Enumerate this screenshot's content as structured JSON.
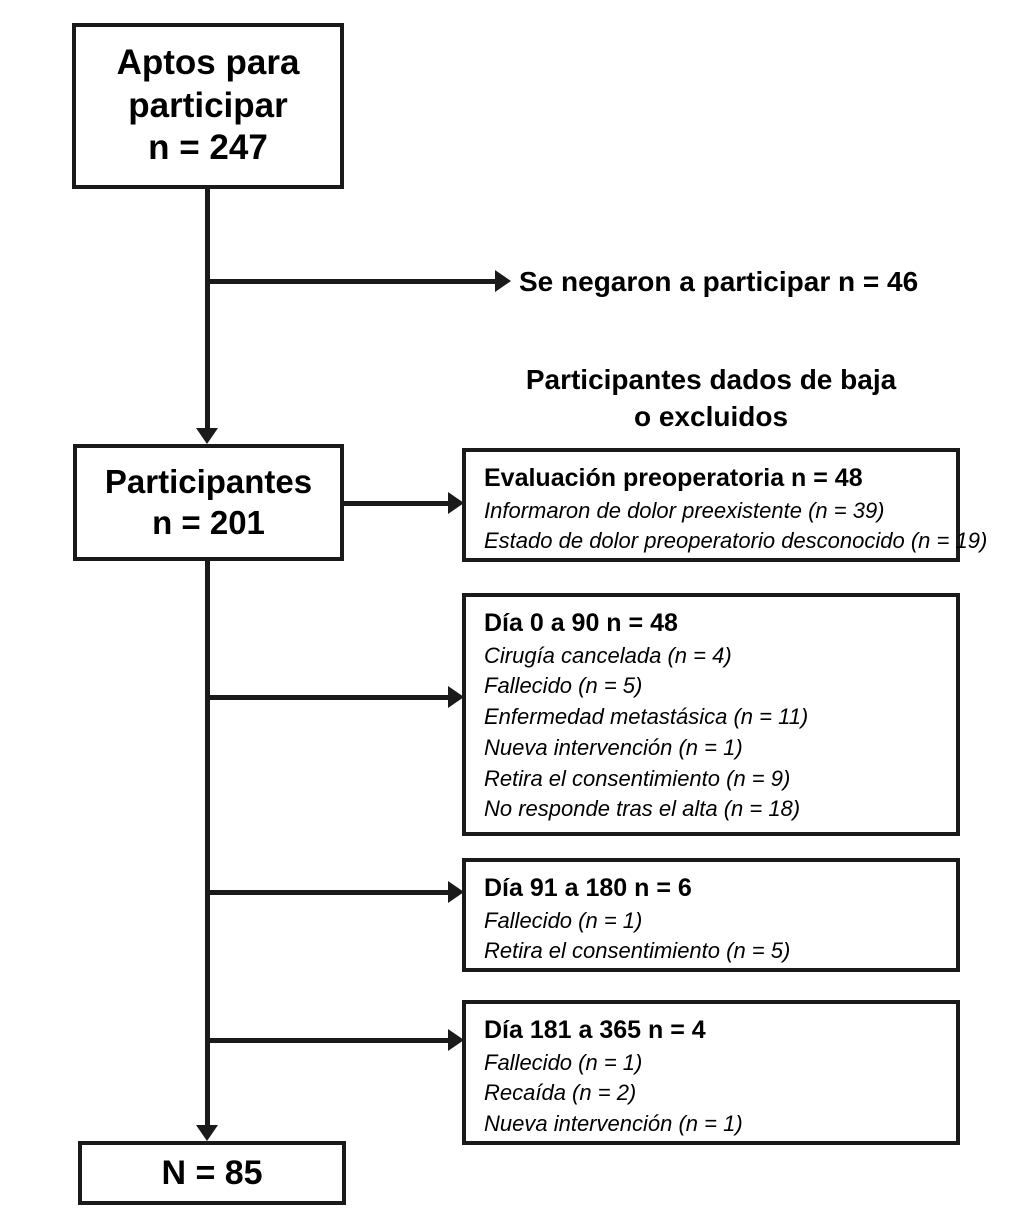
{
  "flowchart": {
    "nodes": {
      "eligible": {
        "line1": "Aptos para",
        "line2": "participar",
        "line3": "n = 247"
      },
      "participants": {
        "line1": "Participantes",
        "line2": "n = 201"
      },
      "final": {
        "label": "N = 85"
      }
    },
    "labels": {
      "refused": "Se negaron a participar n = 46",
      "excluded_header_line1": "Participantes dados de baja",
      "excluded_header_line2": "o excluidos"
    },
    "exclusion_boxes": [
      {
        "id": "preop",
        "title": "Evaluación preoperatoria n = 48",
        "items": [
          "Informaron de dolor preexistente (n = 39)",
          "Estado de dolor preoperatorio desconocido (n = 19)"
        ]
      },
      {
        "id": "day0-90",
        "title": "Día 0 a 90 n = 48",
        "items": [
          "Cirugía cancelada (n = 4)",
          "Fallecido (n = 5)",
          "Enfermedad metastásica (n = 11)",
          "Nueva intervención (n = 1)",
          "Retira el consentimiento (n = 9)",
          "No responde tras el alta (n = 18)"
        ]
      },
      {
        "id": "day91-180",
        "title": "Día 91 a 180 n = 6",
        "items": [
          "Fallecido (n = 1)",
          "Retira el consentimiento (n = 5)"
        ]
      },
      {
        "id": "day181-365",
        "title": "Día 181 a 365 n = 4",
        "items": [
          "Fallecido (n = 1)",
          "Recaída (n = 2)",
          "Nueva intervención (n = 1)"
        ]
      }
    ],
    "colors": {
      "stroke": "#1a1a1a",
      "background": "#ffffff",
      "text": "#000000"
    }
  }
}
